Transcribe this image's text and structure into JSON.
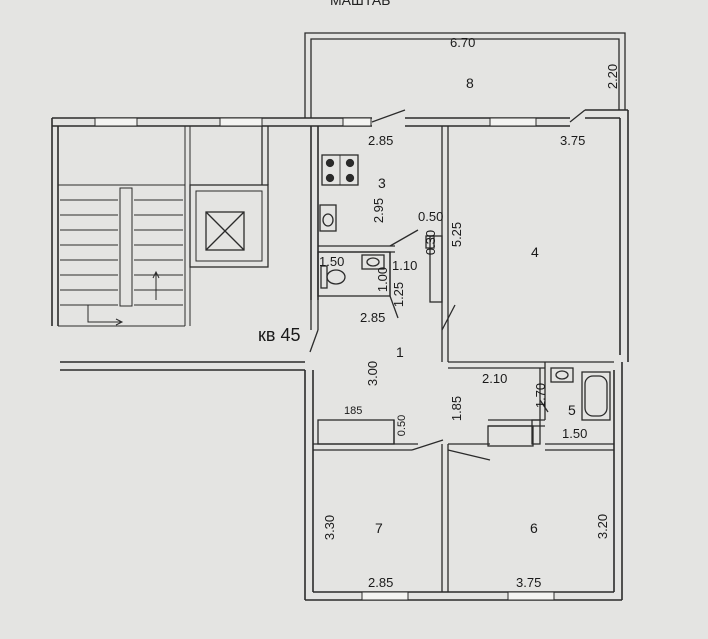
{
  "header": {
    "title_fragment": "МАШТАБ"
  },
  "apartment": {
    "label": "кв 45"
  },
  "rooms": {
    "r1": "1",
    "r3": "3",
    "r4": "4",
    "r5": "5",
    "r6": "6",
    "r7": "7",
    "r8": "8"
  },
  "dims": {
    "d670": "6.70",
    "d220": "2.20",
    "d285_top": "2.85",
    "d375_top": "3.75",
    "d295": "2.95",
    "d050_top": "0.50",
    "d030": "0.30",
    "d525": "5.25",
    "d150_wc": "1.50",
    "d110": "1.10",
    "d100": "1.00",
    "d125": "1.25",
    "d285_mid": "2.85",
    "d300": "3.00",
    "d210": "2.10",
    "d170": "1.70",
    "d150_bath": "1.50",
    "d185_h": "185",
    "d050_low": "0.50",
    "d185_v": "1.85",
    "d330": "3.30",
    "d320": "3.20",
    "d285_bot": "2.85",
    "d375_bot": "3.75"
  },
  "colors": {
    "paper": "#e4e4e2",
    "wall": "#3a3a3a",
    "wall_fill": "#f2f2f0",
    "line": "#2b2b2b"
  }
}
